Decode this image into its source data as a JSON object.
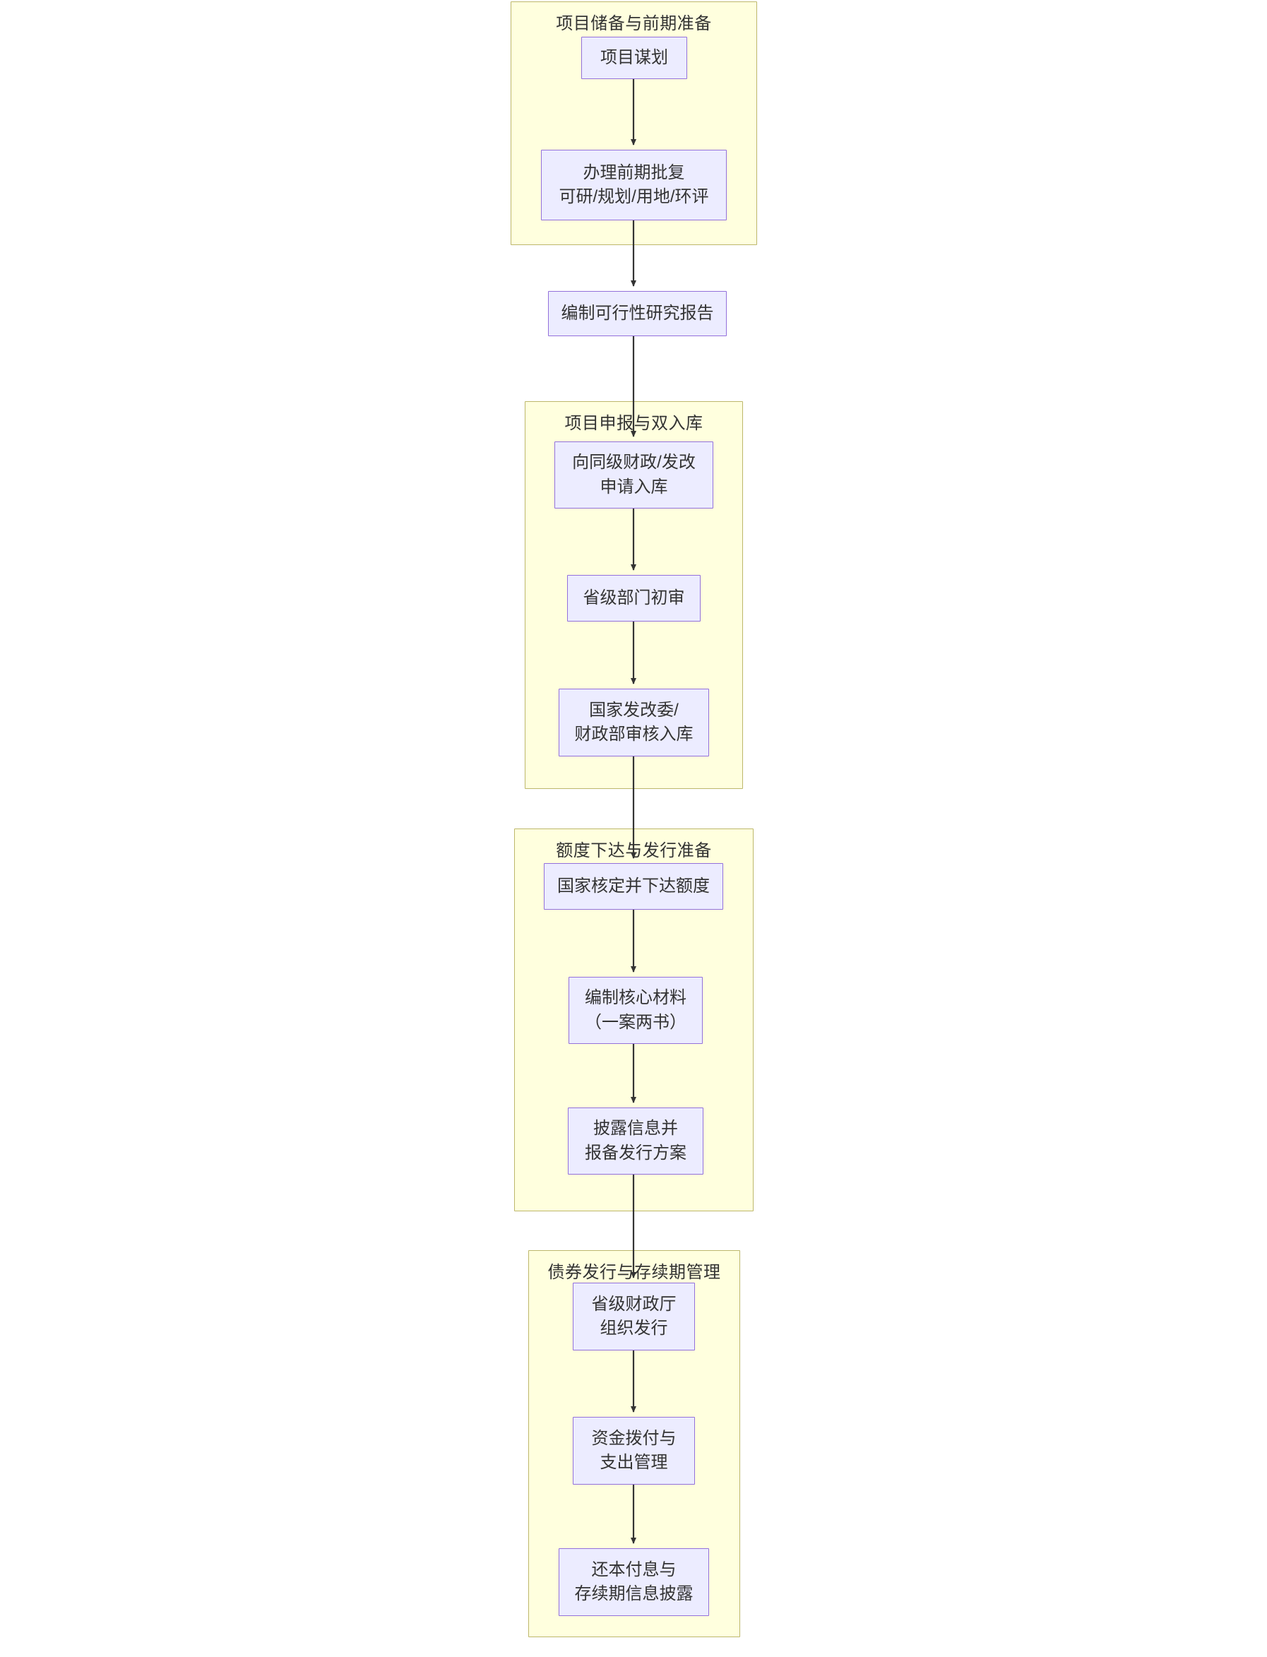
{
  "diagram": {
    "type": "flowchart",
    "direction": "top-to-bottom",
    "title_visible": false,
    "colors": {
      "cluster_fill": "#ffffde",
      "cluster_stroke": "#bdb76b",
      "node_fill": "#ececff",
      "node_stroke": "#9370db",
      "edge_stroke": "#333333",
      "text": "#333333",
      "background": "#ffffff"
    },
    "clusters": [
      {
        "id": "cluster-1",
        "title": "项目储备与前期准备",
        "nodes": [
          {
            "id": "n1",
            "label": "项目谋划"
          },
          {
            "id": "n2",
            "label": "办理前期批复\n可研/规划/用地/环评"
          },
          {
            "id": "n3",
            "label": "编制可行性研究报告"
          }
        ]
      },
      {
        "id": "cluster-2",
        "title": "项目申报与双入库",
        "nodes": [
          {
            "id": "n4",
            "label": "向同级财政/发改\n申请入库"
          },
          {
            "id": "n5",
            "label": "省级部门初审"
          },
          {
            "id": "n6",
            "label": "国家发改委/\n财政部审核入库"
          }
        ]
      },
      {
        "id": "cluster-3",
        "title": "额度下达与发行准备",
        "nodes": [
          {
            "id": "n7",
            "label": "国家核定并下达额度"
          },
          {
            "id": "n8",
            "label": "编制核心材料\n（一案两书）"
          },
          {
            "id": "n9",
            "label": "披露信息并\n报备发行方案"
          }
        ]
      },
      {
        "id": "cluster-4",
        "title": "债券发行与存续期管理",
        "nodes": [
          {
            "id": "n10",
            "label": "省级财政厅\n组织发行"
          },
          {
            "id": "n11",
            "label": "资金拨付与\n支出管理"
          },
          {
            "id": "n12",
            "label": "还本付息与\n存续期信息披露"
          }
        ]
      }
    ],
    "edges": [
      {
        "from": "n1",
        "to": "n2",
        "label": ""
      },
      {
        "from": "n2",
        "to": "n3",
        "label": ""
      },
      {
        "from": "n3",
        "to": "n4",
        "label": ""
      },
      {
        "from": "n4",
        "to": "n5",
        "label": ""
      },
      {
        "from": "n5",
        "to": "n6",
        "label": ""
      },
      {
        "from": "n6",
        "to": "n7",
        "label": ""
      },
      {
        "from": "n7",
        "to": "n8",
        "label": ""
      },
      {
        "from": "n8",
        "to": "n9",
        "label": ""
      },
      {
        "from": "n9",
        "to": "n10",
        "label": ""
      },
      {
        "from": "n10",
        "to": "n11",
        "label": ""
      },
      {
        "from": "n11",
        "to": "n12",
        "label": ""
      }
    ]
  }
}
